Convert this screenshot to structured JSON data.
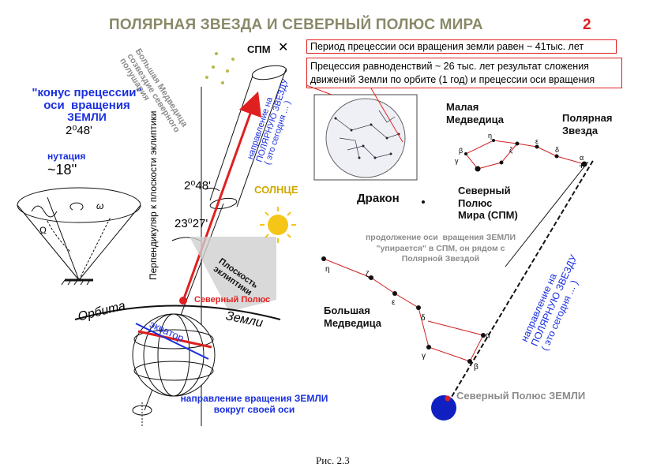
{
  "title": "ПОЛЯРНАЯ ЗВЕЗДА И СЕВЕРНЫЙ ПОЛЮС МИРА",
  "figure_number": "2",
  "box_precession_period": "Период прецессии оси вращения земли равен ~ 41тыс. лет",
  "box_equinox_line1": "Прецессия равноденствий ~ 26 тыс. лет результат сложения",
  "box_equinox_line2": "движений Земли по орбите (1 год) и прецессии оси вращения",
  "spm_label": "СПМ",
  "cone_line1": "\"конус прецессии\"",
  "cone_line2": "оси  вращения",
  "cone_line3": "ЗЕМЛИ",
  "cone_angle": "2⁰48'",
  "nutation_label": "нутация",
  "nutation_value": "~18''",
  "omega": "ω",
  "big_omega": "Ω",
  "big_dipper_hemisphere": "Большая Медведица\nсозвездие северного\nполушария",
  "direction_polaris_left": "направление на\nПОЛЯРНУЮ ЗВЕЗДУ\n( это сегодня ... )",
  "perpendicular_label": "Перпендикуляр к плоскости эклиптики",
  "angle_top": "2⁰48'",
  "angle_bottom": "23⁰27'",
  "sun_label": "СОЛНЦЕ",
  "ecliptic_plane": "Плоскость\nэклиптики",
  "north_pole_label": "Северный Полюс",
  "orbit_word": "Орбита",
  "earth_word": "Земли",
  "equator_word": "экватор",
  "rotation_direction": "направление вращения ЗЕМЛИ\nвокруг своей оси",
  "little_dipper": "Малая\nМедведица",
  "polaris": "Полярная\nЗвезда",
  "draco": "Дракон",
  "north_celestial_pole": "Северный\nПолюс\nМира (СПМ)",
  "axis_continuation": "продолжение оси  вращения ЗЕМЛИ\n\"упирается\" в СПМ, он рядом с\nПолярной Звездой",
  "big_dipper": "Большая\nМедведица",
  "direction_polaris_right": "направление на\nПОЛЯРНУЮ ЗВЕЗДУ\n( это сегодня ... )",
  "earth_north_pole": "Северный Полюс ЗЕМЛИ",
  "caption": "Рис. 2.3",
  "star_letters_little": [
    "α",
    "δ",
    "ε",
    "ζ",
    "η",
    "β",
    "γ"
  ],
  "star_letters_big": [
    "η",
    "ζ",
    "ε",
    "δ",
    "γ",
    "β",
    "α"
  ],
  "colors": {
    "title": "#8a8a6a",
    "accent_red": "#e02020",
    "blue": "#1a2fe0",
    "sun": "#f5c518",
    "gray": "#8c8c8c"
  }
}
